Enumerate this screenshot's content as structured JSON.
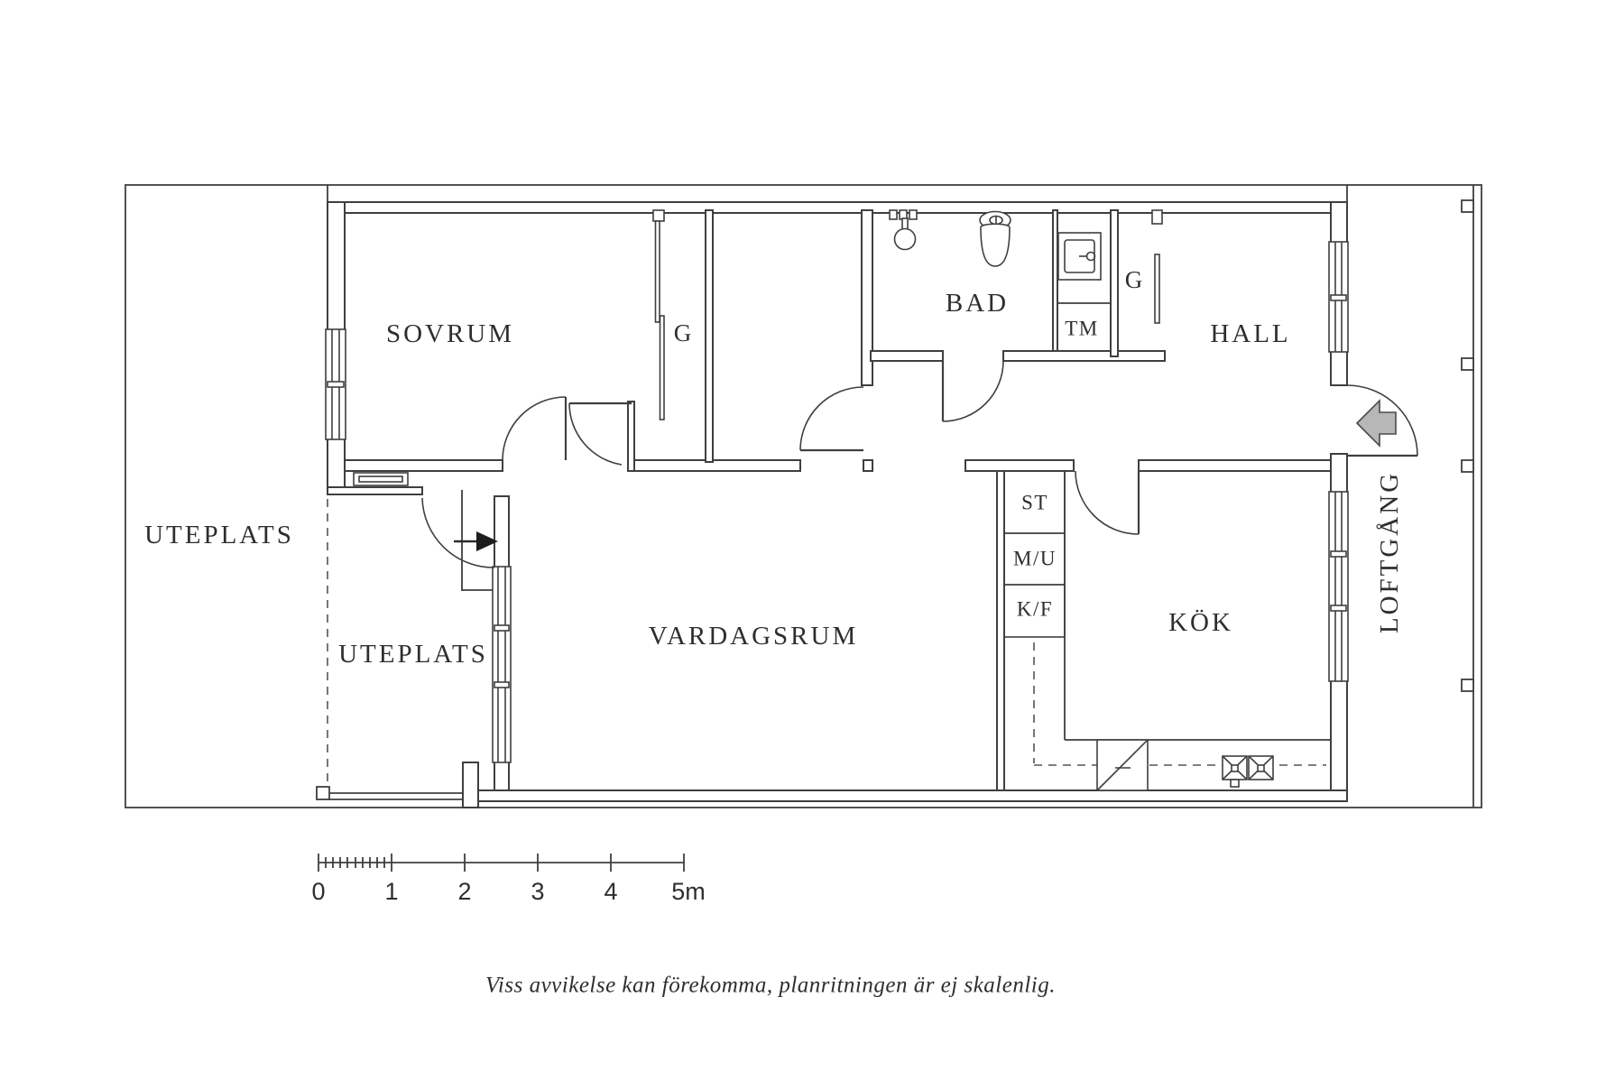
{
  "rooms": {
    "uteplats_left": "UTEPLATS",
    "sovrum": "SOVRUM",
    "garderob_sovrum": "G",
    "bad": "BAD",
    "tm": "TM",
    "garderob_hall": "G",
    "hall": "HALL",
    "uteplats_lower": "UTEPLATS",
    "vardagsrum": "VARDAGSRUM",
    "kok": "KÖK",
    "loftgang": "LOFTGÅNG"
  },
  "appliances": {
    "st": "ST",
    "mu": "M/U",
    "kf": "K/F"
  },
  "scale_bar": {
    "ticks": [
      "0",
      "1",
      "2",
      "3",
      "4",
      "5m"
    ]
  },
  "disclaimer": "Viss avvikelse kan förekomma, planritningen är ej skalenlig.",
  "colors": {
    "line": "#3f3f3f",
    "arrow_fill": "#b7b7b7"
  }
}
